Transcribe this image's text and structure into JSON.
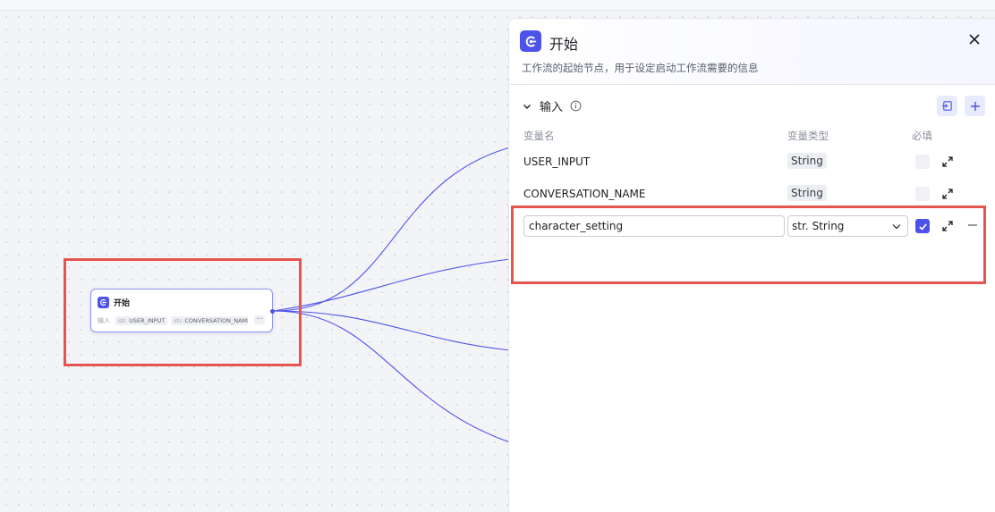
{
  "node": {
    "title": "开始",
    "inputs_label": "输入",
    "vars": [
      {
        "type": "str.",
        "name": "USER_INPUT"
      },
      {
        "type": "str.",
        "name": "CONVERSATION_NAME"
      }
    ],
    "more": "···"
  },
  "panel": {
    "title": "开始",
    "description": "工作流的起始节点，用于设定启动工作流需要的信息",
    "section_title": "输入",
    "columns": {
      "name": "变量名",
      "type": "变量类型",
      "required": "必填"
    },
    "rows": [
      {
        "name": "USER_INPUT",
        "type": "String"
      },
      {
        "name": "CONVERSATION_NAME",
        "type": "String"
      }
    ],
    "editing_row": {
      "name": "character_setting",
      "type_prefix": "str.",
      "type": "String",
      "required": true
    }
  },
  "colors": {
    "accent": "#4d53e8",
    "highlight": "#e5544e"
  }
}
